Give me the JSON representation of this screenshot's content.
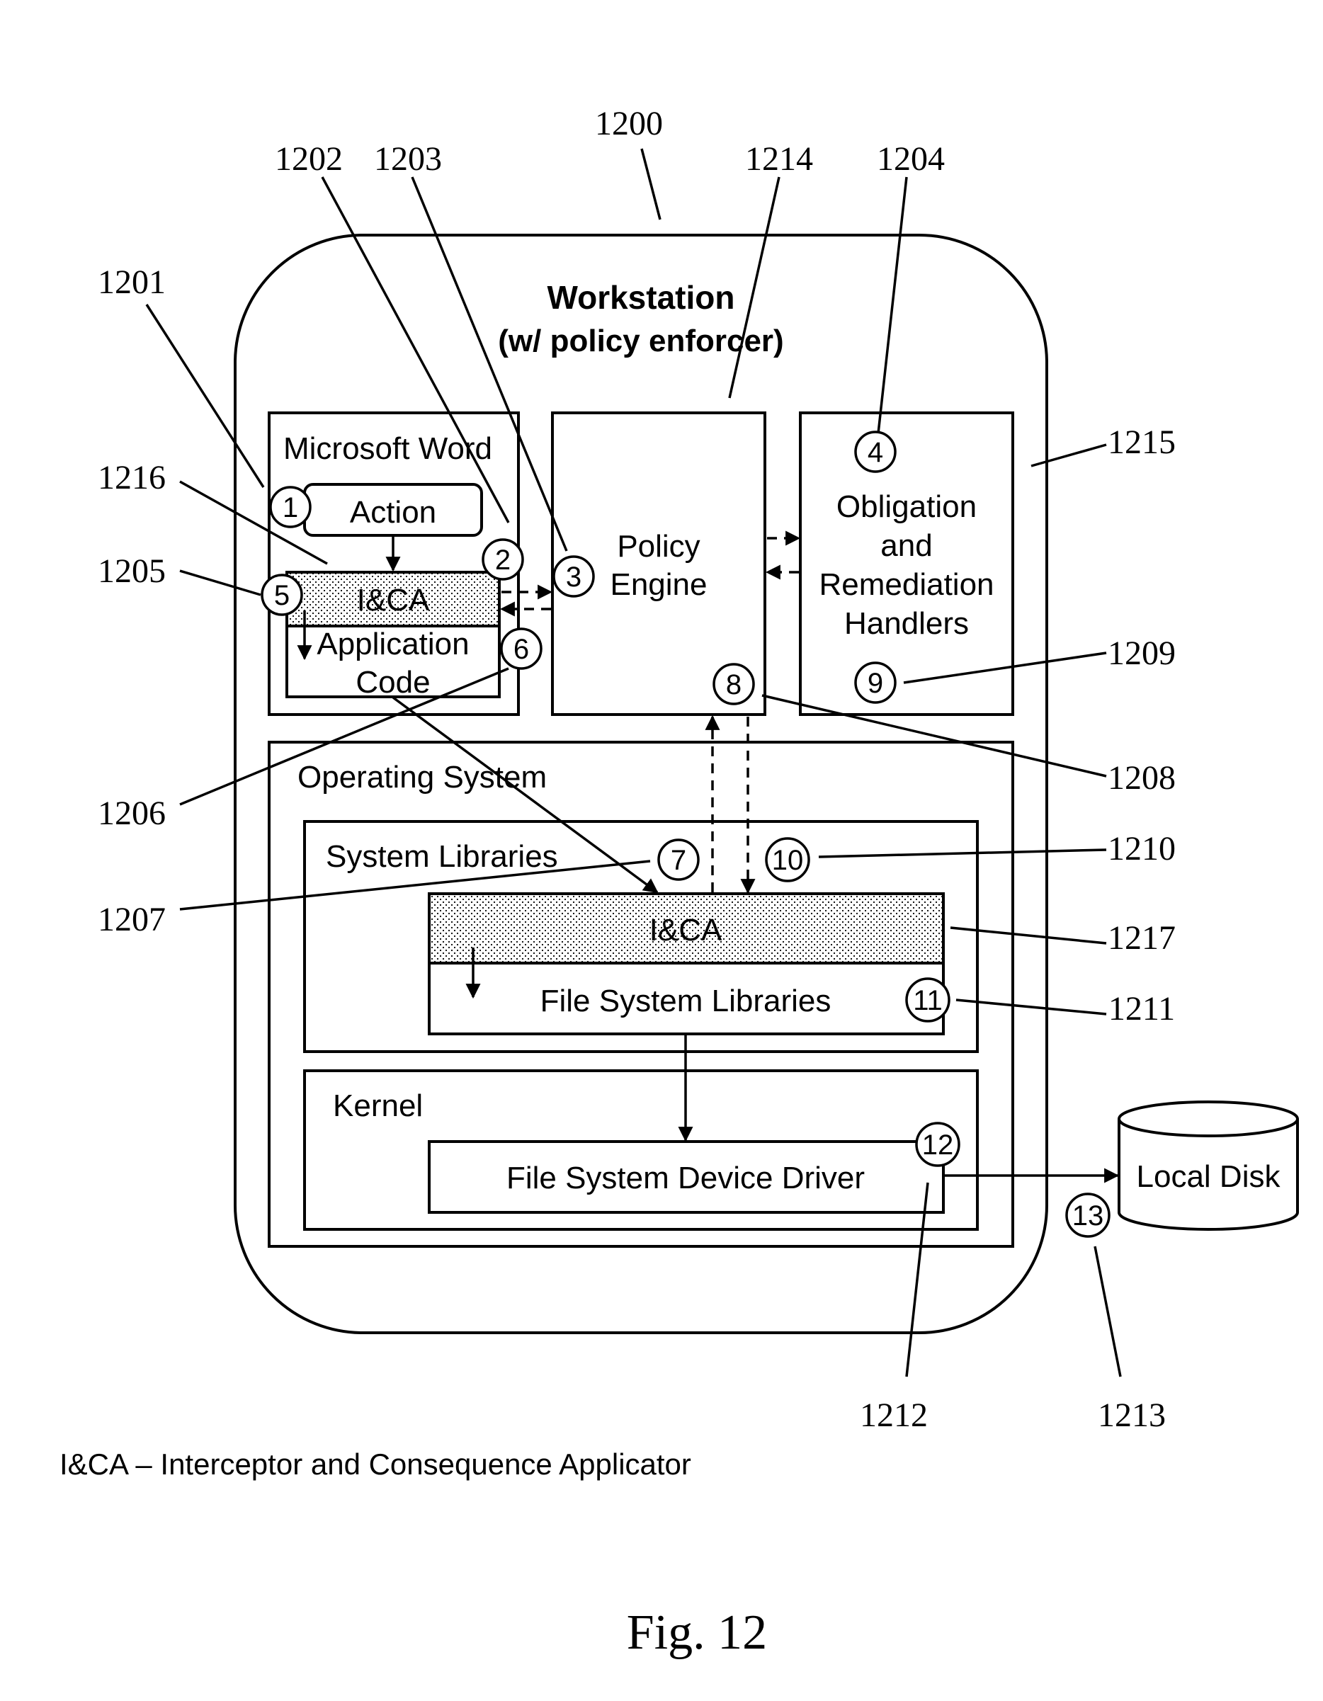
{
  "figure": {
    "caption": "Fig. 12",
    "legend": "I&CA – Interceptor  and Consequence Applicator"
  },
  "workstation": {
    "title": "Workstation",
    "subtitle": "(w/ policy enforcer)"
  },
  "components": {
    "microsoft_word": "Microsoft Word",
    "action": "Action",
    "ica_app": "I&CA",
    "application_code_1": "Application",
    "application_code_2": "Code",
    "policy_engine_1": "Policy",
    "policy_engine_2": "Engine",
    "handlers_1": "Obligation",
    "handlers_2": "and",
    "handlers_3": "Remediation",
    "handlers_4": "Handlers",
    "operating_system": "Operating System",
    "system_libraries": "System Libraries",
    "ica_lib": "I&CA",
    "file_system_libraries": "File System Libraries",
    "kernel": "Kernel",
    "device_driver": "File System Device Driver",
    "local_disk": "Local Disk"
  },
  "steps": [
    "1",
    "2",
    "3",
    "4",
    "5",
    "6",
    "7",
    "8",
    "9",
    "10",
    "11",
    "12",
    "13"
  ],
  "refs": {
    "r1200": "1200",
    "r1201": "1201",
    "r1202": "1202",
    "r1203": "1203",
    "r1204": "1204",
    "r1205": "1205",
    "r1206": "1206",
    "r1207": "1207",
    "r1208": "1208",
    "r1209": "1209",
    "r1210": "1210",
    "r1211": "1211",
    "r1212": "1212",
    "r1213": "1213",
    "r1214": "1214",
    "r1215": "1215",
    "r1216": "1216",
    "r1217": "1217"
  }
}
